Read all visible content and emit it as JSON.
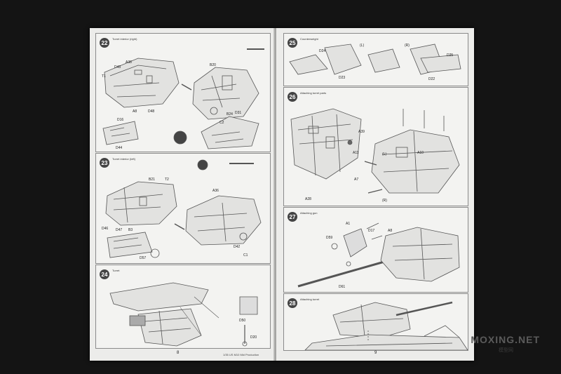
{
  "steps": [
    {
      "num": "22",
      "caption": "Turret interior (right)"
    },
    {
      "num": "23",
      "caption": "Turret interior (left)"
    },
    {
      "num": "24",
      "caption": "Turret"
    },
    {
      "num": "25",
      "caption": "Counterweight"
    },
    {
      "num": "26",
      "caption": "Attaching turret parts"
    },
    {
      "num": "27",
      "caption": "Attaching gun"
    },
    {
      "num": "28",
      "caption": "Attaching turret"
    }
  ],
  "labels": {
    "a38": "A38",
    "t1": "T1",
    "b20": "B20",
    "d31": "D31",
    "c2": "C2",
    "d43": "D43",
    "a8": "A8",
    "d48": "D48",
    "d16": "D16",
    "b24": "B24",
    "d44": "D44",
    "a36": "A36",
    "b21": "B21",
    "t2": "T2",
    "d46": "D46",
    "d47": "D47",
    "b3": "B3",
    "d42": "D42",
    "c1": "C1",
    "d57": "D57",
    "d50": "D50",
    "d20": "D20",
    "d24": "D24",
    "d23": "D23",
    "d25": "D25",
    "d22": "D22",
    "a39": "A39",
    "a11": "A11",
    "a10": "A10",
    "a7": "A7",
    "a28": "A28",
    "a1": "A1",
    "d17": "D17",
    "d59": "D59",
    "d61": "D61",
    "l": "(L)",
    "r": "(R)"
  },
  "page_numbers": {
    "left": "8",
    "right": "9"
  },
  "footer_text": "1/35 US M10 Mid Production",
  "watermark": {
    "main": "MOXING.NET",
    "sub": "模型网"
  }
}
